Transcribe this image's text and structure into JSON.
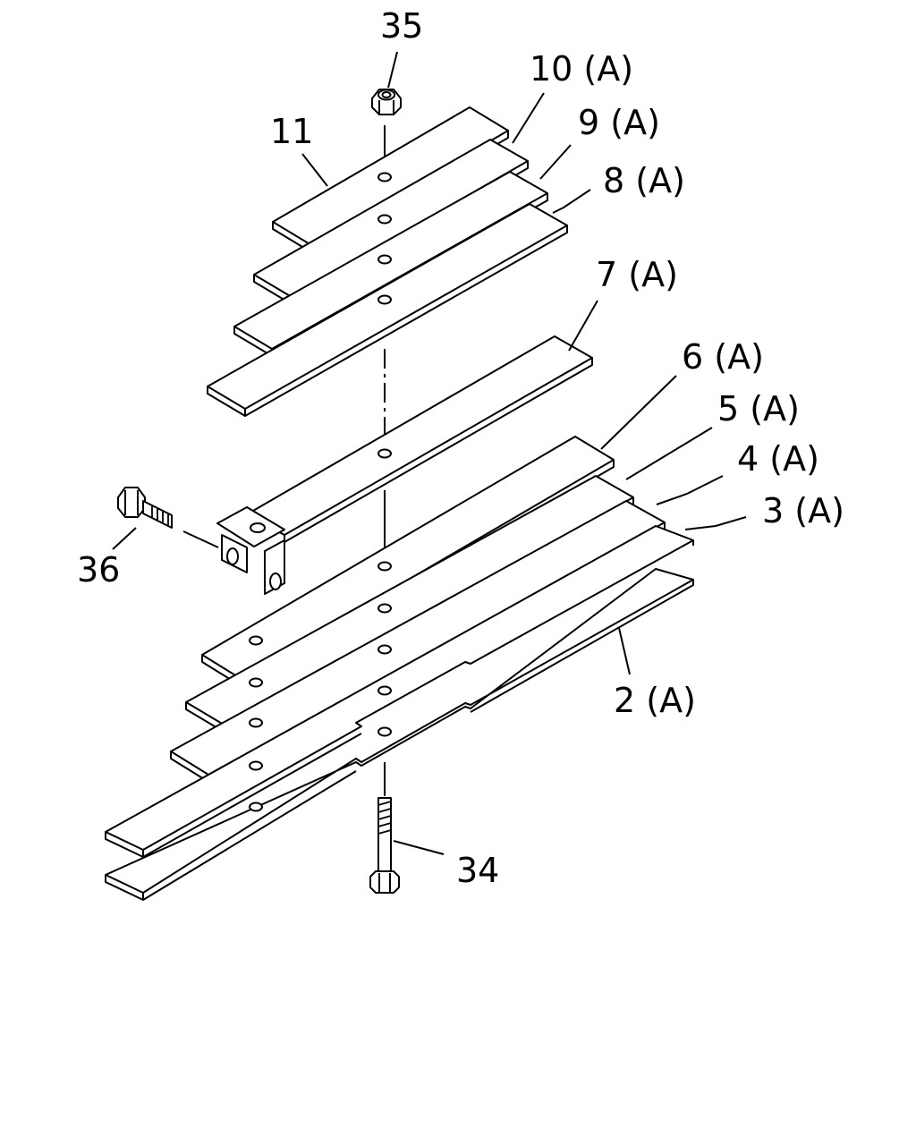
{
  "callouts": {
    "p35": "35",
    "p11": "11",
    "p10": "10 (A)",
    "p9": "9 (A)",
    "p8": "8 (A)",
    "p7": "7 (A)",
    "p6": "6 (A)",
    "p5": "5 (A)",
    "p4": "4 (A)",
    "p3": "3 (A)",
    "p2": "2 (A)",
    "p36": "36",
    "p34": "34"
  }
}
